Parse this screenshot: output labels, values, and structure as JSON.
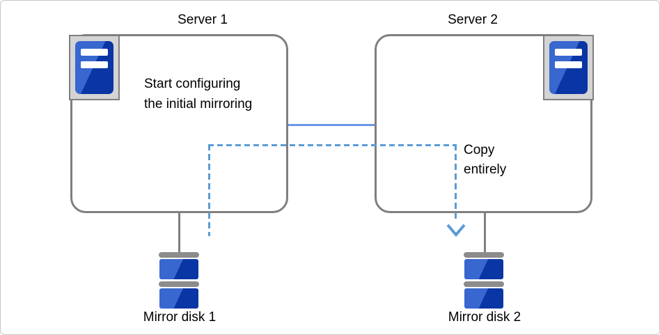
{
  "diagram": {
    "server1": {
      "label": "Server 1",
      "note": "Start configuring\nthe initial mirroring"
    },
    "server2": {
      "label": "Server 2"
    },
    "copy": {
      "label": "Copy\nentirely"
    },
    "disks": [
      {
        "label": "Mirror disk 1"
      },
      {
        "label": "Mirror disk 2"
      }
    ],
    "colors": {
      "box_border": "#7f7f7f",
      "solid_link_blue": "#6b96e8",
      "dashed_link_blue": "#5b9bd5",
      "icon_light_blue": "#3767cf",
      "icon_dark_blue": "#0a35a5",
      "icon_tray_gray": "#d4d4d4",
      "disk_bar_gray": "#8c8c8c"
    }
  }
}
